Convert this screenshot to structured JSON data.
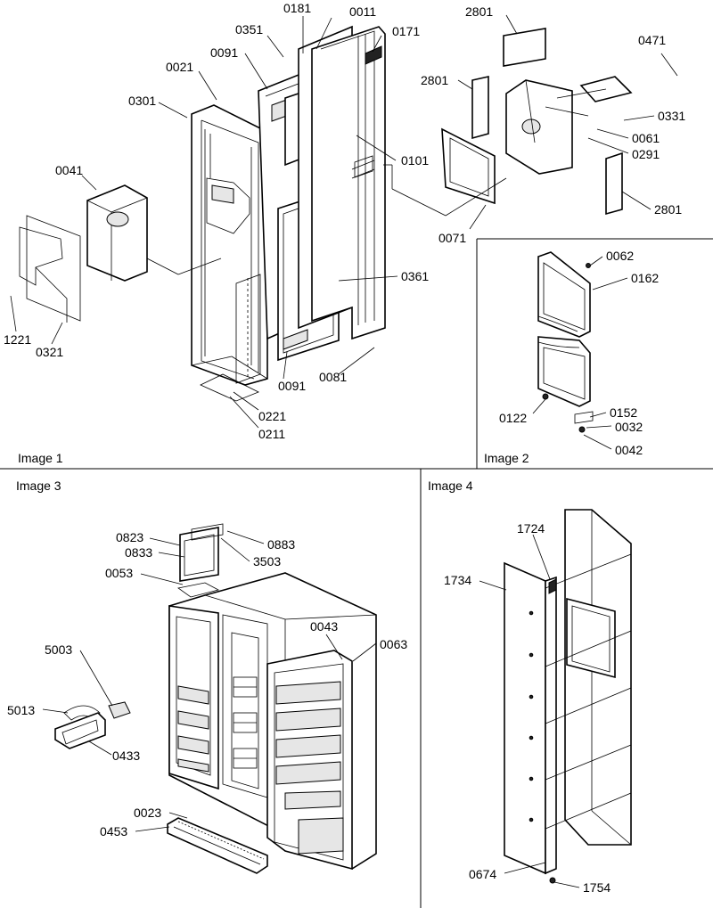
{
  "figures": [
    {
      "caption": "Image 1",
      "labels": [
        "0011",
        "0181",
        "0171",
        "0351",
        "0091",
        "0021",
        "0301",
        "0041",
        "0101",
        "0071",
        "2801",
        "2801",
        "2801",
        "0471",
        "0331",
        "0061",
        "0291",
        "0361",
        "1221",
        "0321",
        "0091",
        "0081",
        "0221",
        "0211"
      ]
    },
    {
      "caption": "Image 2",
      "labels": [
        "0062",
        "0162",
        "0122",
        "0152",
        "0032",
        "0042"
      ]
    },
    {
      "caption": "Image 3",
      "labels": [
        "0823",
        "0833",
        "0883",
        "3503",
        "0053",
        "0043",
        "0063",
        "5003",
        "5013",
        "0433",
        "0023",
        "0453"
      ]
    },
    {
      "caption": "Image 4",
      "labels": [
        "1724",
        "1734",
        "0674",
        "1754"
      ]
    }
  ]
}
